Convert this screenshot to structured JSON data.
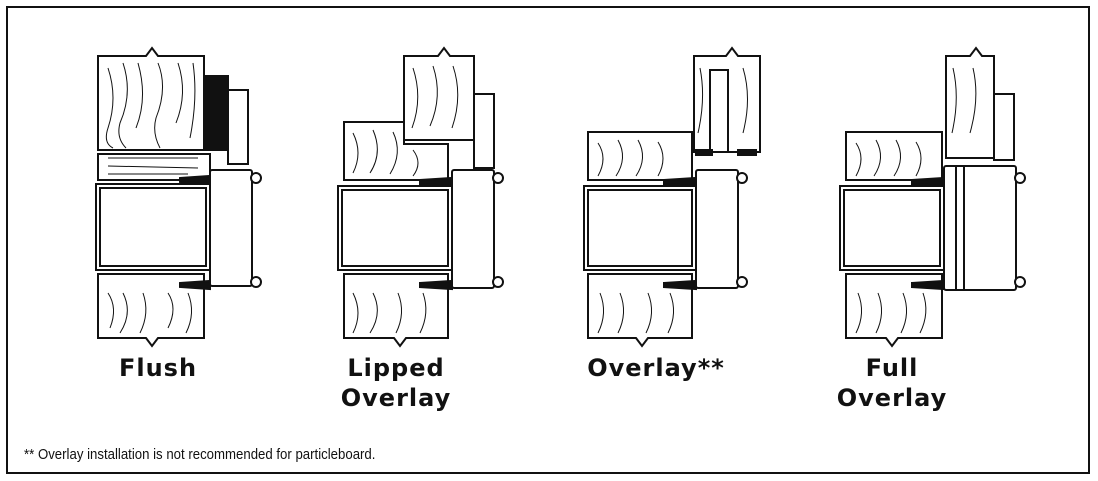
{
  "labels": {
    "flush": "Flush",
    "lipped": "Lipped\nOverlay",
    "overlay": "Overlay**",
    "full": "Full\nOverlay"
  },
  "footnote": "** Overlay installation is not recommended for particleboard.",
  "colors": {
    "ink": "#111111",
    "paper": "#ffffff"
  }
}
